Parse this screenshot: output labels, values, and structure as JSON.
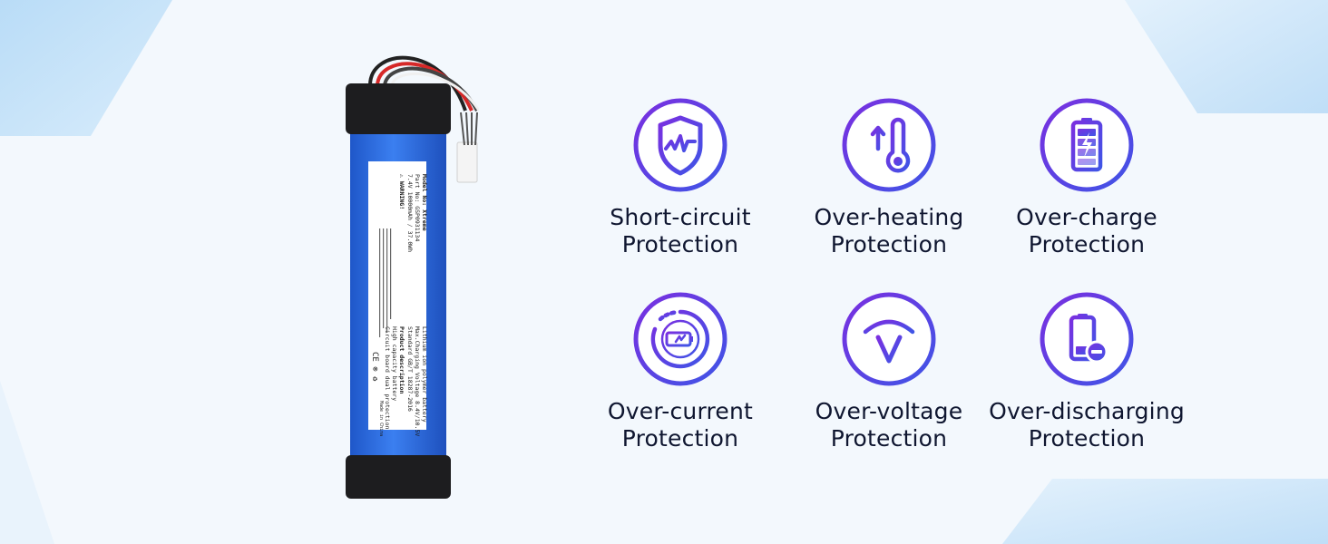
{
  "colors": {
    "background": "#f3f8fd",
    "accent_blue": "#3f4fe0",
    "accent_purple": "#7a2fe0",
    "battery_blue": "#2f6fe6",
    "text": "#0f1630"
  },
  "battery": {
    "label_lines": [
      "Model No: Xtreme",
      "Part No: GSP0931134",
      "7.4V  10000mAh / 37.0Wh",
      "⚠ WARNING!"
    ],
    "desc_lines": [
      "Lithium ion polymer battery",
      "Max.Charging Voltage   8.4V/10.5V",
      "Standard  GB/T 18287-2016",
      "Product description",
      "High capacity battery",
      "Circuit board dual protection"
    ],
    "cert_marks": "CE ⊗ ♻",
    "made_in": "Made in China"
  },
  "features": [
    {
      "icon": "shield-circuit-icon",
      "line1": "Short-circuit",
      "line2": "Protection"
    },
    {
      "icon": "thermometer-icon",
      "line1": "Over-heating",
      "line2": "Protection"
    },
    {
      "icon": "battery-charge-icon",
      "line1": "Over-charge",
      "line2": "Protection"
    },
    {
      "icon": "current-gauge-icon",
      "line1": "Over-current",
      "line2": "Protection"
    },
    {
      "icon": "voltage-v-icon",
      "line1": "Over-voltage",
      "line2": "Protection"
    },
    {
      "icon": "battery-minus-icon",
      "line1": "Over-discharging",
      "line2": "Protection"
    }
  ]
}
